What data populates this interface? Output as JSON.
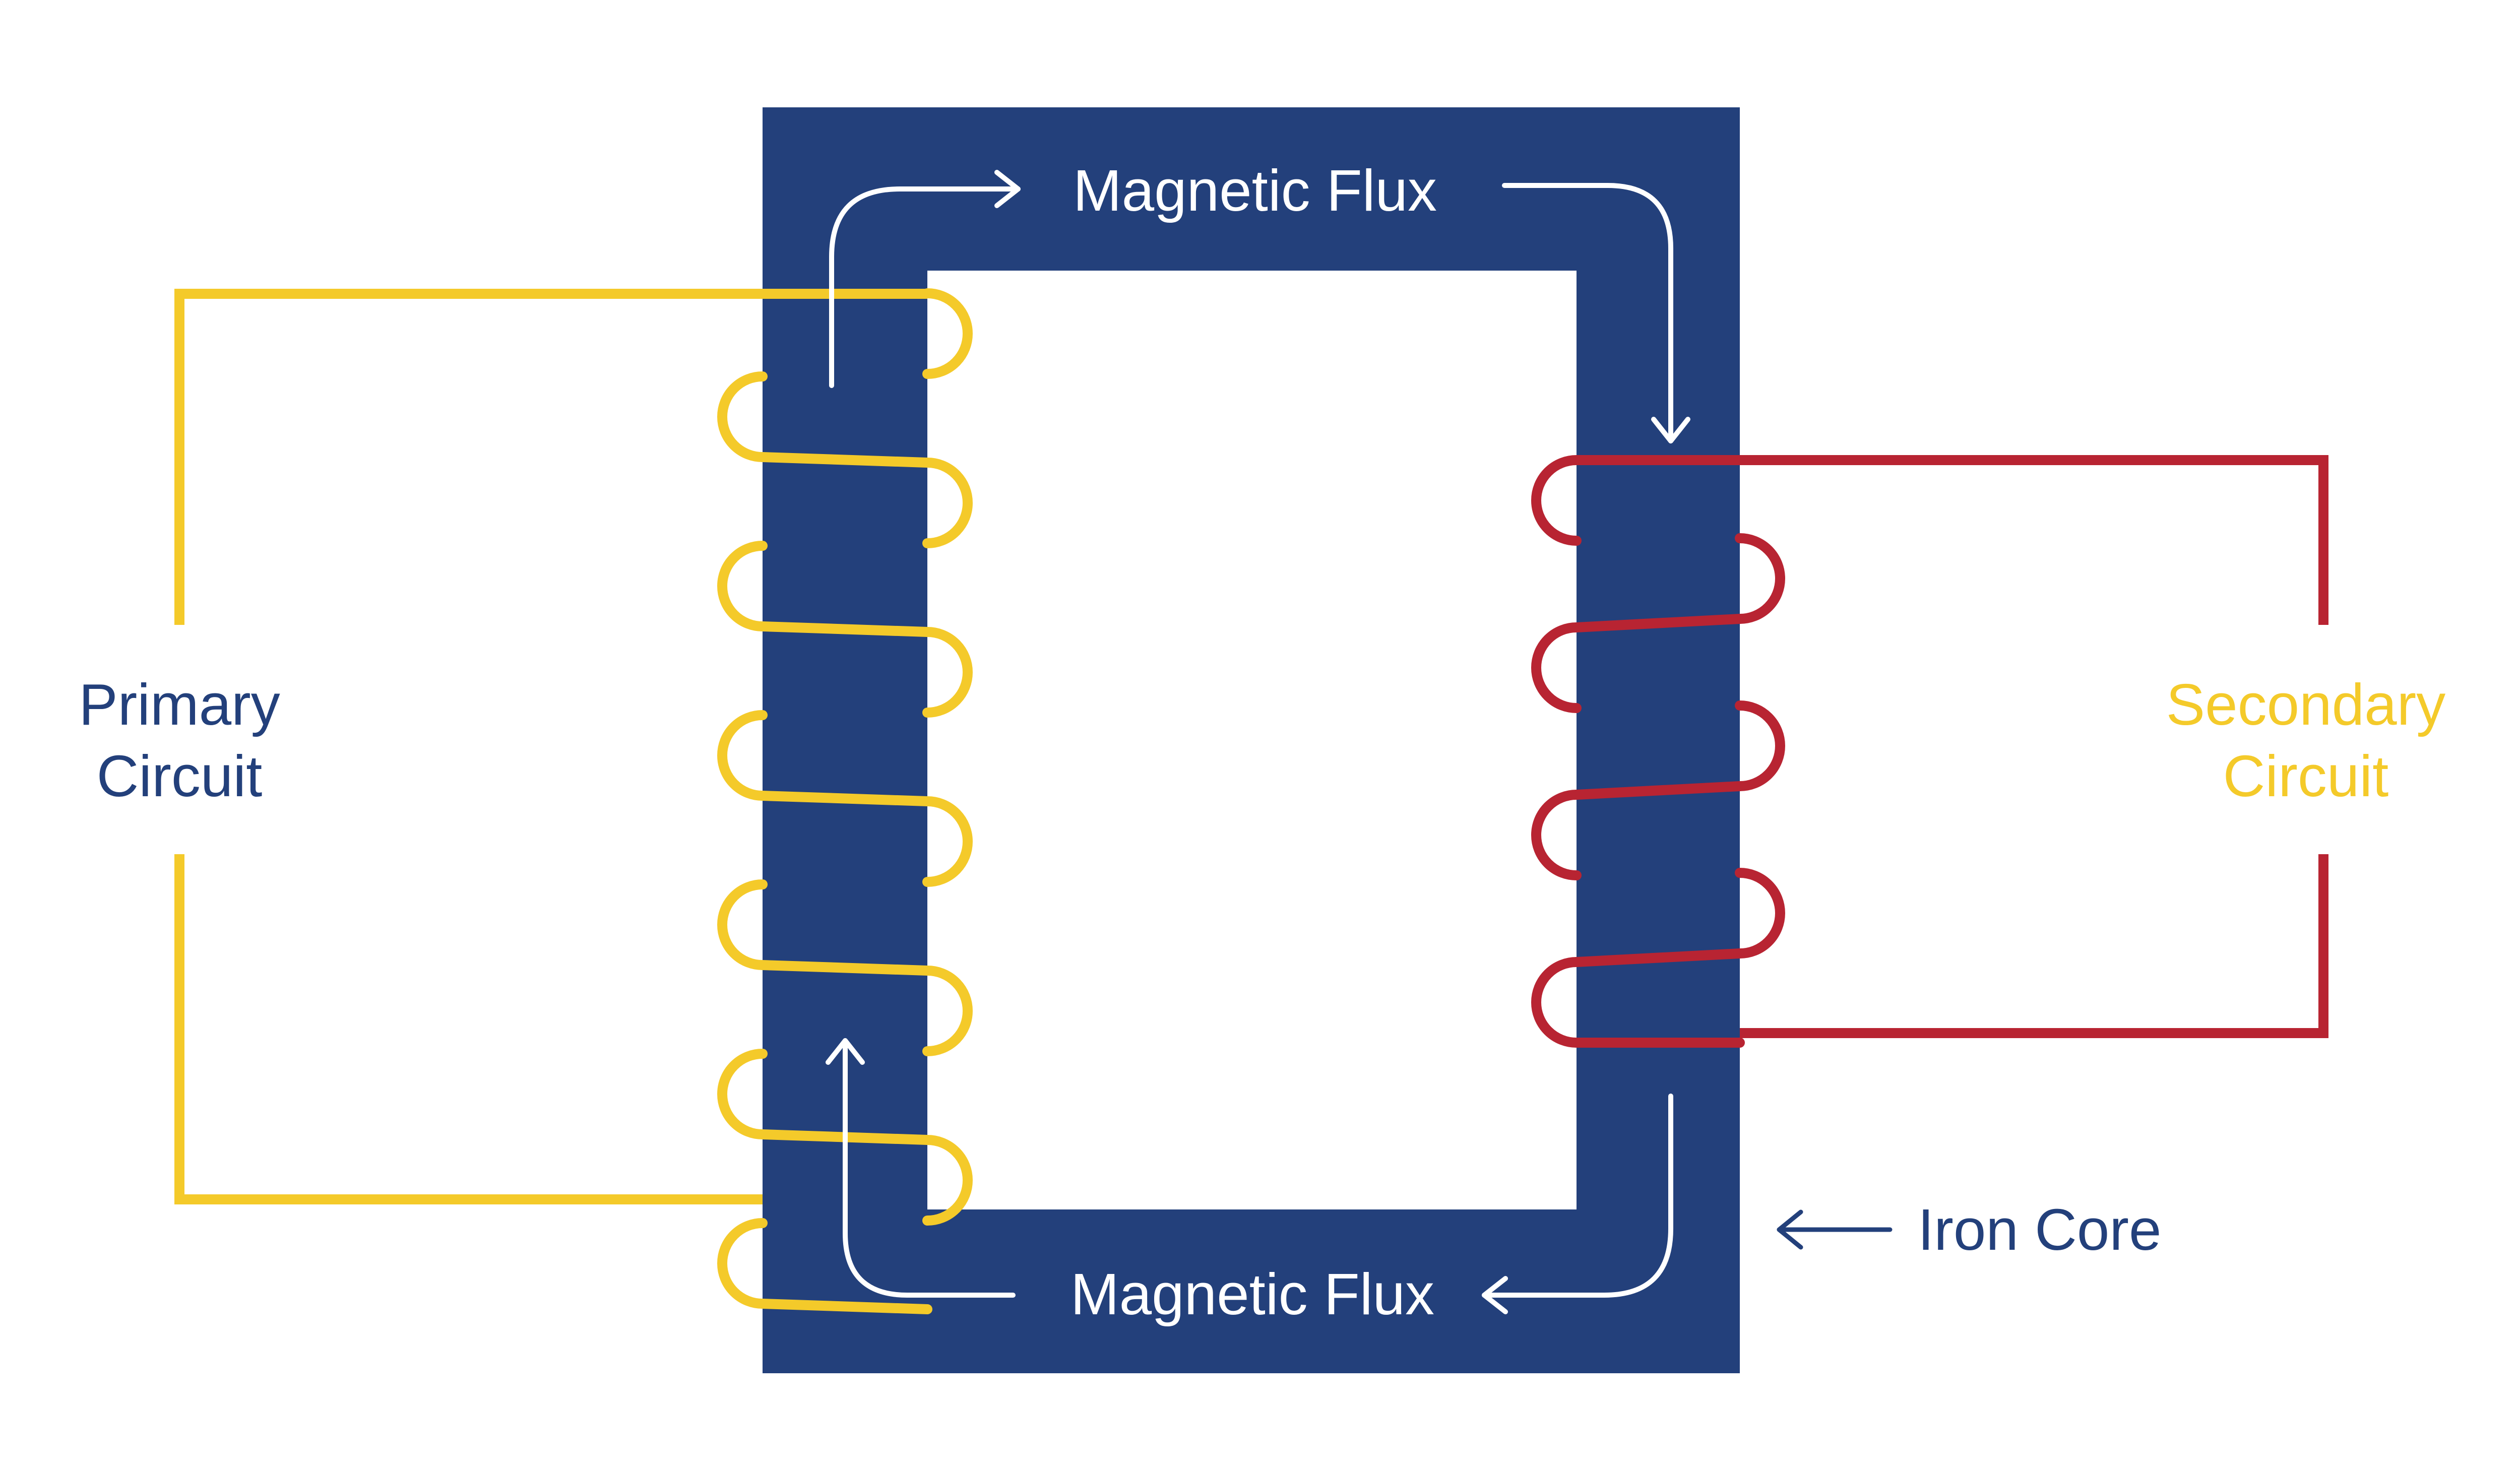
{
  "colors": {
    "core": "#23407B",
    "primary_coil": "#F4CA2A",
    "secondary_coil": "#B82432",
    "flux_arrow": "#FFFFFF",
    "primary_label": "#23407B",
    "secondary_label": "#F4CA2A",
    "core_label": "#23407B",
    "background": "#FFFFFF"
  },
  "labels": {
    "flux_top": "Magnetic Flux",
    "flux_bottom": "Magnetic Flux",
    "primary_line1": "Primary",
    "primary_line2": "Circuit",
    "secondary_line1": "Secondary",
    "secondary_line2": "Circuit",
    "iron_core": "Iron Core"
  },
  "coils": {
    "primary_turns": 6,
    "secondary_turns": 4
  },
  "icons": {
    "flux_arrow": "arrow-right-icon",
    "core_pointer": "arrow-left-icon"
  }
}
